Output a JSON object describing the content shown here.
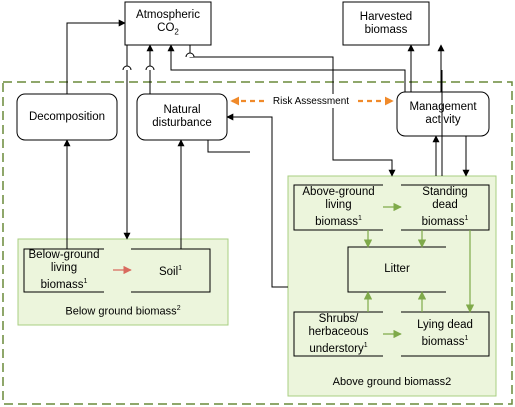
{
  "nodes": {
    "atmospheric_co2": {
      "line1": "Atmospheric",
      "line2": "CO",
      "sub": "2"
    },
    "harvested_biomass": {
      "text": "Harvested\nbiomass"
    },
    "decomposition": {
      "text": "Decomposition"
    },
    "natural_disturbance": {
      "text": "Natural\ndisturbance"
    },
    "management_activity": {
      "text": "Management\nactivity"
    },
    "risk_assessment": {
      "text": "Risk Assessment"
    },
    "below_ground_living_biomass": {
      "text": "Below-ground\nliving\nbiomass",
      "sup": "1"
    },
    "soil": {
      "text": "Soil",
      "sup": "1"
    },
    "above_ground_living_biomass": {
      "text": "Above-ground\nliving\nbiomass",
      "sup": "1"
    },
    "standing_dead_biomass": {
      "text": "Standing\ndead\nbiomass",
      "sup": "1"
    },
    "litter": {
      "text": "Litter"
    },
    "shrubs_understory": {
      "text": "Shrubs/\nherbaceous\nunderstory",
      "sup": "1"
    },
    "lying_dead_biomass": {
      "text": "Lying dead\nbiomass",
      "sup": "1"
    }
  },
  "groups": {
    "below_ground": {
      "label": "Below ground biomass",
      "sup": "2"
    },
    "above_ground": {
      "label": "Above ground biomass2"
    }
  },
  "colors": {
    "black_arrow": "#000000",
    "green_arrow": "#7faa4a",
    "red_arrow": "#d96a5e",
    "orange_arrow": "#f08a2a",
    "group_fill": "#ecf5dc",
    "group_stroke": "#a8cf82",
    "outer_dash": "#6a8a3a"
  }
}
